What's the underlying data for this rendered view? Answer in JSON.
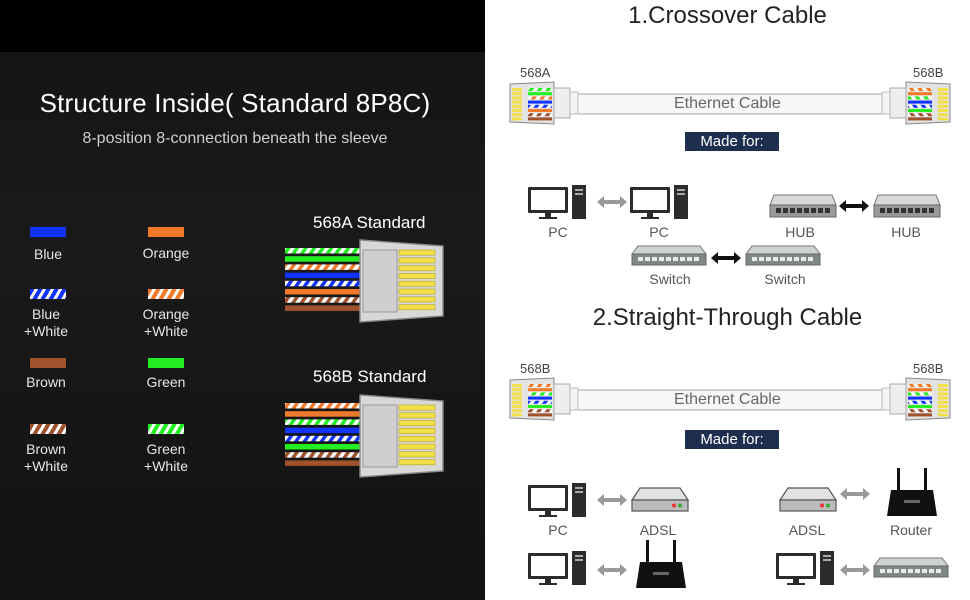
{
  "left": {
    "title": "Structure Inside( Standard 8P8C)",
    "subtitle": "8-position 8-connection beneath the sleeve",
    "legend": [
      {
        "label": "Blue",
        "color": "#1033ff",
        "stripe": false
      },
      {
        "label": "Orange",
        "color": "#f07a2a",
        "stripe": false
      },
      {
        "label": "Blue\n+White",
        "color": "#1033ff",
        "stripe": true
      },
      {
        "label": "Orange\n+White",
        "color": "#f07a2a",
        "stripe": true
      },
      {
        "label": "Brown",
        "color": "#a0522d",
        "stripe": false
      },
      {
        "label": "Green",
        "color": "#22ee22",
        "stripe": false
      },
      {
        "label": "Brown\n+White",
        "color": "#a0522d",
        "stripe": true
      },
      {
        "label": "Green\n+White",
        "color": "#22ee22",
        "stripe": true
      }
    ],
    "standard_a": "568A Standard",
    "standard_b": "568B Standard"
  },
  "crossover": {
    "title": "1.Crossover Cable",
    "left_end": "568A",
    "right_end": "568B",
    "cable_label": "Ethernet Cable",
    "made_for": "Made for:",
    "devices": [
      "PC",
      "PC",
      "HUB",
      "HUB",
      "Switch",
      "Switch"
    ]
  },
  "straight": {
    "title": "2.Straight-Through Cable",
    "left_end": "568B",
    "right_end": "568B",
    "cable_label": "Ethernet Cable",
    "made_for": "Made for:",
    "devices": [
      "PC",
      "ADSL",
      "ADSL",
      "Router"
    ]
  },
  "colors": {
    "blue": "#1033ff",
    "orange": "#f07a2a",
    "brown": "#a0522d",
    "green": "#22ee22",
    "badge": "#1d2e4f",
    "connector_gold": "#f2e04a"
  }
}
